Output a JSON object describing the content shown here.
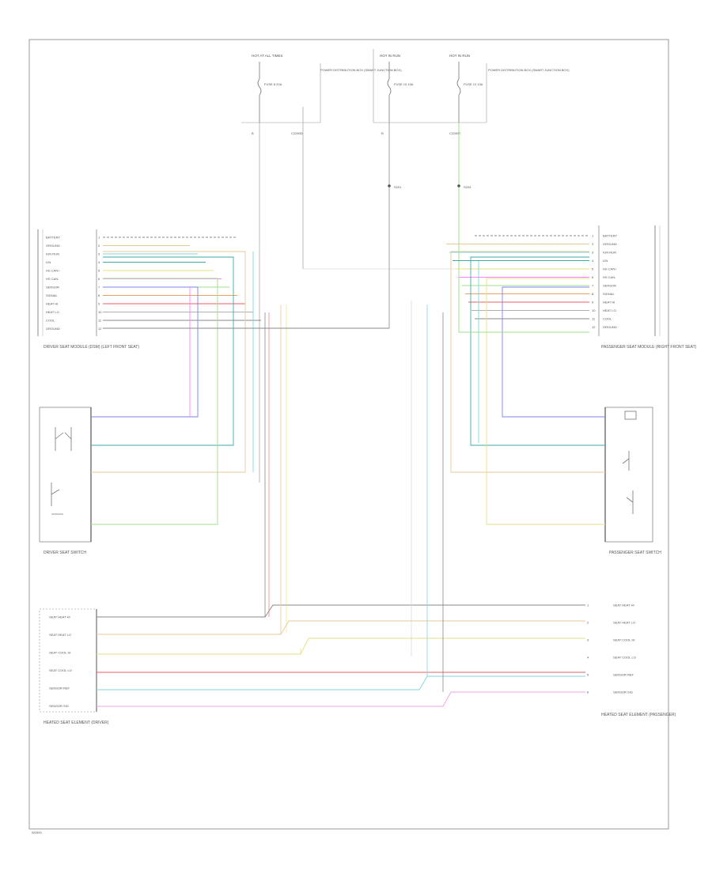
{
  "page_id": "W2500",
  "colors": {
    "border": "#9a9a9a",
    "black_wire": "#444444",
    "tan_wire": "#e8c99a",
    "cyan_wire": "#7fd6e0",
    "yellow_wire": "#e6e080",
    "green_wire": "#9ee08a",
    "magenta_wire": "#ff80ff",
    "blue_wire": "#8080e8",
    "teal_wire": "#40a8a8",
    "orange_wire": "#e8a060",
    "red_wire": "#e86060",
    "pink_wire": "#f0a0e0",
    "gray_wire": "#b0b0b0"
  },
  "fuses": [
    {
      "label": "HOT AT ALL TIMES",
      "fuse": "FUSE 8 20A",
      "box": "POWER DISTRIBUTION BOX (SMART JUNCTION BOX)"
    },
    {
      "label": "HOT IN RUN",
      "fuse": "FUSE 10 10A",
      "box": ""
    },
    {
      "label": "HOT IN RUN",
      "fuse": "FUSE 12 10A",
      "box": "POWER DISTRIBUTION BOX (SMART JUNCTION BOX)"
    }
  ],
  "connectors": {
    "c1": "C2280D",
    "c2": "C2280E",
    "splice1": "S201",
    "splice2": "S204"
  },
  "modules": {
    "left_module": "DRIVER SEAT MODULE (DSM) (LEFT FRONT SEAT)",
    "right_module": "PASSENGER SEAT MODULE (RIGHT FRONT SEAT)",
    "left_switch": "DRIVER SEAT SWITCH",
    "right_switch": "PASSENGER SEAT SWITCH",
    "left_lower": "HEATED SEAT ELEMENT (DRIVER)",
    "right_lower": "HEATED SEAT ELEMENT (PASSENGER)"
  },
  "left_pins": [
    "BATTERY",
    "GROUND",
    "IGN RUN",
    "LIN",
    "HS CAN+",
    "HS CAN-",
    "SENSOR",
    "SIGNAL",
    "HEAT HI",
    "HEAT LO",
    "COOL",
    "GROUND"
  ],
  "right_pins": [
    "BATTERY",
    "GROUND",
    "IGN RUN",
    "LIN",
    "HS CAN+",
    "HS CAN-",
    "SENSOR",
    "SIGNAL",
    "HEAT HI",
    "HEAT LO",
    "COOL",
    "GROUND"
  ],
  "bottom_pins_left": [
    "SEAT HEAT HI",
    "SEAT HEAT LO",
    "SEAT COOL HI",
    "SEAT COOL LO",
    "SENSOR REF",
    "SENSOR SIG"
  ],
  "bottom_pins_right": [
    "SEAT HEAT HI",
    "SEAT HEAT LO",
    "SEAT COOL HI",
    "SEAT COOL LO",
    "SENSOR REF",
    "SENSOR SIG"
  ]
}
